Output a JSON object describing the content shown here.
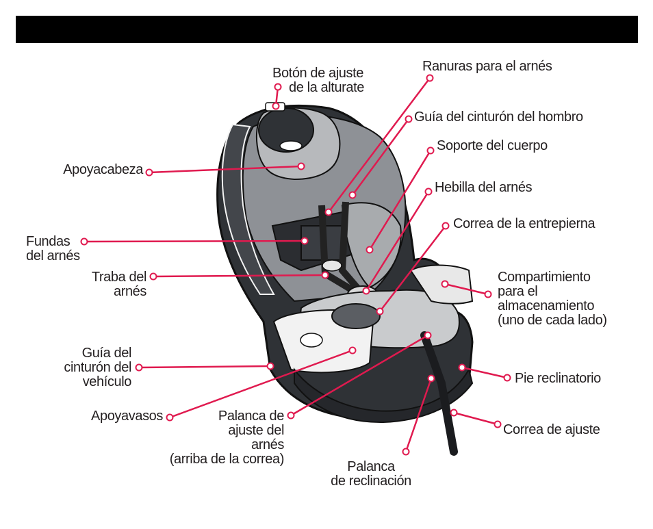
{
  "colors": {
    "leader": "#e01a4f",
    "seat_dark": "#3b3e43",
    "seat_mid": "#6d7075",
    "seat_light": "#c4c6c8",
    "header": "#000000"
  },
  "labels": {
    "boton": [
      "Botón de ajuste",
      "de la alturate"
    ],
    "ranuras": [
      "Ranuras para el arnés"
    ],
    "guia_hombro": [
      "Guía del cinturón del hombro"
    ],
    "soporte": [
      "Soporte del cuerpo"
    ],
    "hebilla": [
      "Hebilla del arnés"
    ],
    "correa_entrepierna": [
      "Correa de la entrepierna"
    ],
    "compartimiento": [
      "Compartimiento",
      "para el",
      "almacenamiento",
      "(uno de cada lado)"
    ],
    "pie": [
      "Pie reclinatorio"
    ],
    "correa_ajuste": [
      "Correa de ajuste"
    ],
    "apoyacabeza": [
      "Apoyacabeza"
    ],
    "fundas": [
      "Fundas",
      "del arnés"
    ],
    "traba": [
      "Traba del",
      "arnés"
    ],
    "guia_vehiculo": [
      "Guía del",
      "cinturón del",
      "vehículo"
    ],
    "apoyavasos": [
      "Apoyavasos"
    ],
    "palanca_arnes": [
      "Palanca de",
      "ajuste del",
      "arnés",
      "(arriba de la correa)"
    ],
    "palanca_reclinacion": [
      "Palanca",
      "de reclinación"
    ]
  }
}
